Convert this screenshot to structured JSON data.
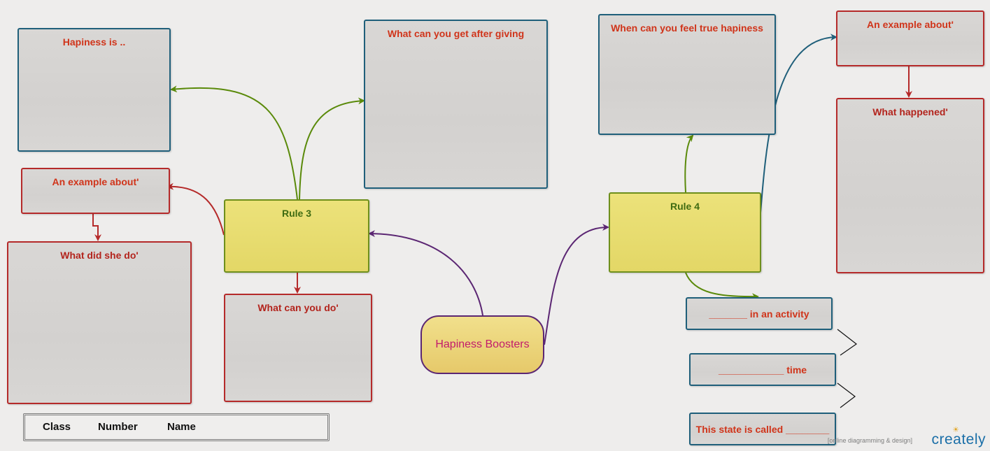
{
  "central_topic": "Hapiness Boosters",
  "rules": {
    "rule3": "Rule 3",
    "rule4": "Rule 4"
  },
  "boxes": {
    "happiness_is": "Hapiness is ..",
    "what_after_giving": "What can you get after giving",
    "example_left": "An example  about'",
    "what_did_she_do": "What did she do'",
    "what_can_you_do": "What can you do'",
    "when_true_happiness": "When can you feel true hapiness",
    "example_right": "An example about'",
    "what_happened": "What happened'",
    "in_activity": "_______ in an activity",
    "time": "____________ time",
    "state_called": "This state is called ________"
  },
  "footer": {
    "class_label": "Class",
    "number_label": "Number",
    "name_label": "Name"
  },
  "watermark": {
    "tagline": "[online diagramming & design]",
    "brand": "creately"
  },
  "colors": {
    "green_arrow": "#5a8a0a",
    "purple_arrow": "#5b2673",
    "red_arrow": "#b52a2a",
    "blue_arrow": "#1f5f7a"
  }
}
